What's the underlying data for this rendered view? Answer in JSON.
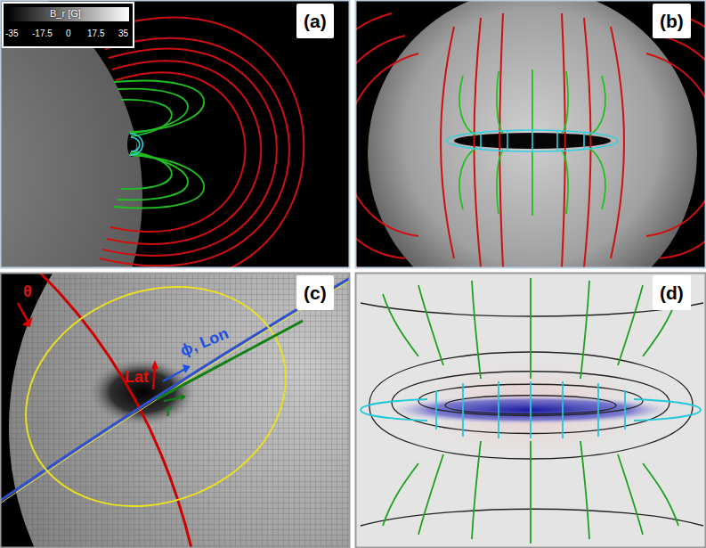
{
  "diagram": {
    "labels": [
      "(a)",
      "(b)",
      "(c)",
      "(d)",
      "B_r [G]",
      "-35",
      "-17.5",
      "0",
      "17.5",
      "35",
      "θ",
      "Lat",
      "ϕ, Lon",
      "r"
    ]
  }
}
